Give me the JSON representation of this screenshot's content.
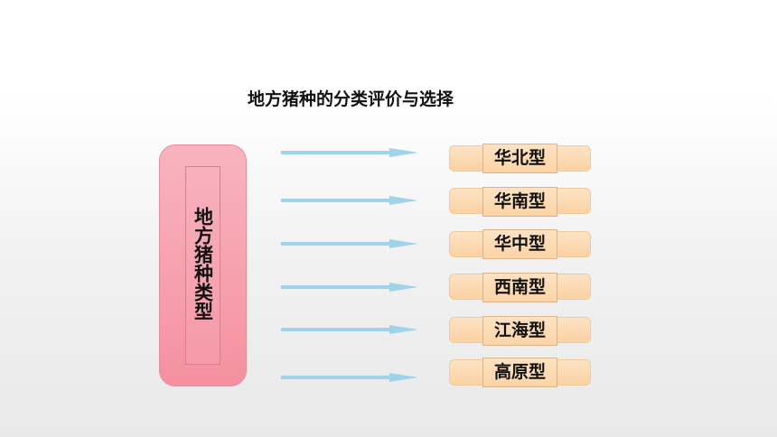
{
  "title": "地方猪种的分类评价与选择",
  "root": {
    "label": "地方猪种类型"
  },
  "types": [
    {
      "label": "华北型"
    },
    {
      "label": "华南型"
    },
    {
      "label": "华中型"
    },
    {
      "label": "西南型"
    },
    {
      "label": "江海型"
    },
    {
      "label": "高原型"
    }
  ],
  "colors": {
    "root_fill": "#f7a2b0",
    "type_fill": "#fcd9b0",
    "arrow": "#9ed3ea"
  }
}
